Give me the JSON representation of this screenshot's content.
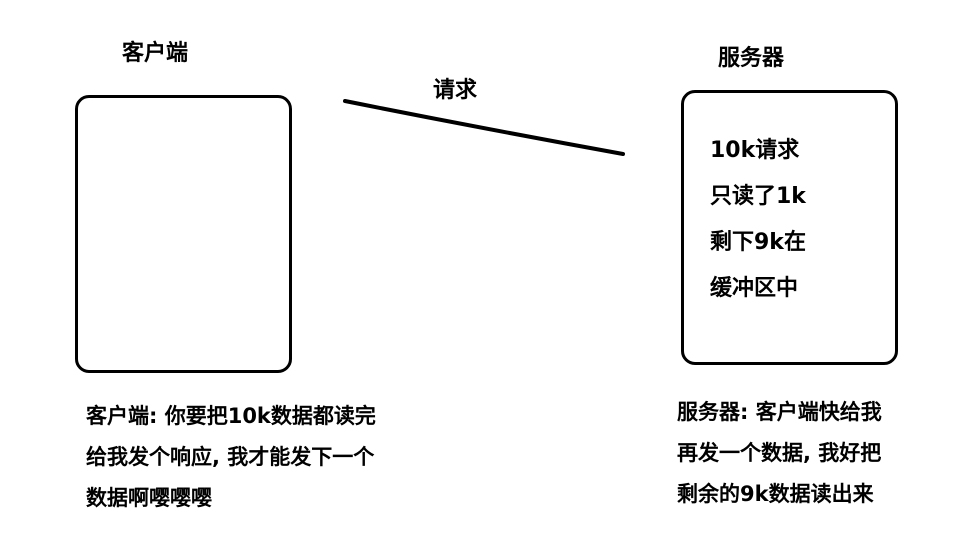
{
  "client": {
    "title": "客户端",
    "note_lines": [
      "客户端: 你要把10k数据都读完",
      "给我发个响应, 我才能发下一个",
      "数据啊嘤嘤嘤"
    ]
  },
  "server": {
    "title": "服务器",
    "box_lines": [
      "10k请求",
      "只读了1k",
      "剩下9k在",
      "缓冲区中"
    ],
    "note_lines": [
      "服务器: 客户端快给我",
      "再发一个数据, 我好把",
      "剩余的9k数据读出来"
    ]
  },
  "connection": {
    "label": "请求",
    "stroke_color": "#000000"
  }
}
